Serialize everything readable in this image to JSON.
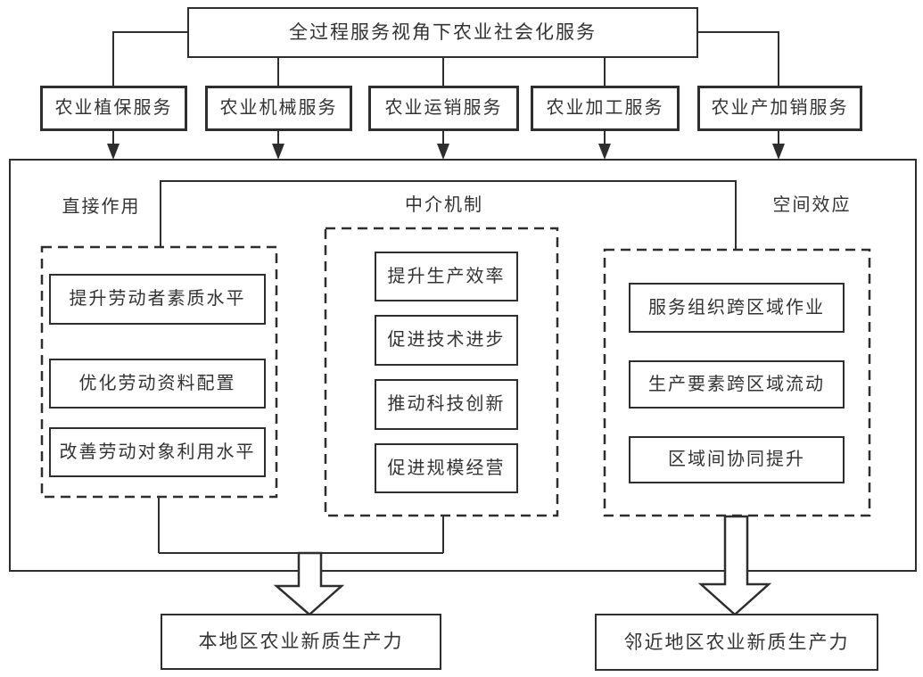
{
  "colors": {
    "line": "#2e2e2e",
    "text": "#333333",
    "background": "#ffffff"
  },
  "diagram": {
    "root": "全过程服务视角下农业社会化服务",
    "services": [
      "农业植保服务",
      "农业机械服务",
      "农业运销服务",
      "农业加工服务",
      "农业产加销服务"
    ],
    "sections": {
      "direct": {
        "title": "直接作用",
        "items": [
          "提升劳动者素质水平",
          "优化劳动资料配置",
          "改善劳动对象利用水平"
        ]
      },
      "mediation": {
        "title": "中介机制",
        "items": [
          "提升生产效率",
          "促进技术进步",
          "推动科技创新",
          "促进规模经营"
        ]
      },
      "spatial": {
        "title": "空间效应",
        "items": [
          "服务组织跨区域作业",
          "生产要素跨区域流动",
          "区域间协同提升"
        ]
      }
    },
    "outcomes": [
      "本地区农业新质生产力",
      "邻近地区农业新质生产力"
    ]
  }
}
